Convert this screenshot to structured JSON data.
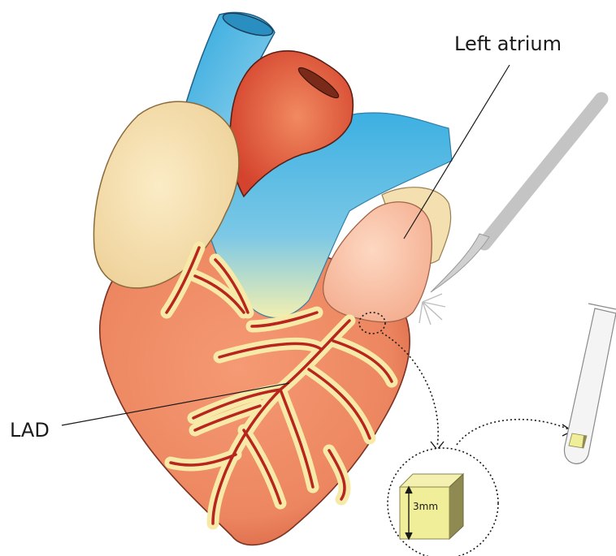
{
  "labels": {
    "left_atrium": "Left atrium",
    "lad": "LAD",
    "sample_size": "3mm"
  },
  "icons": {
    "scalpel": "scalpel-icon",
    "test_tube": "test-tube-icon",
    "tissue_cube": "tissue-cube-icon"
  },
  "colors": {
    "heart_muscle": "#ee8a62",
    "coronary_fat": "#f8eeab",
    "coronary_artery": "#b8241e",
    "aorta": "#e0583c",
    "vena_cava": "#4fb6de",
    "pulmonary_trunk": "#3fb0e0",
    "right_atrium": "#f6dfae",
    "left_atrium": "#fbc8ad",
    "scalpel": "#c4c4c4",
    "tissue_sample": "#f1ee9a"
  }
}
